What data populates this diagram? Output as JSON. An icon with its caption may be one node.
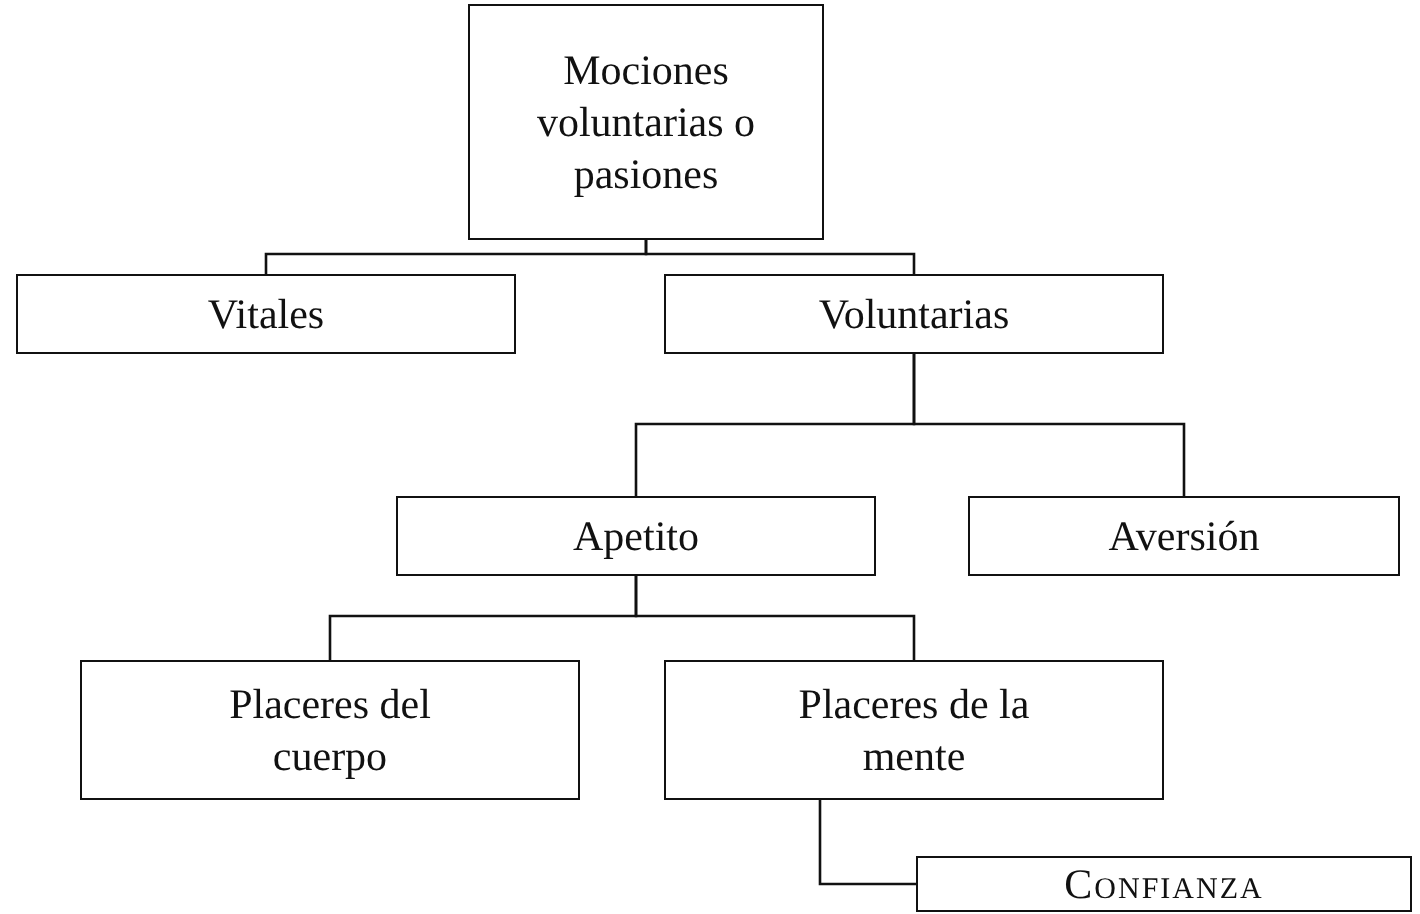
{
  "diagram": {
    "nodes": [
      {
        "text": [
          "Mociones voluntarias o pasiones"
        ]
      },
      {
        "text": [
          "Vitales"
        ]
      },
      {
        "text": [
          "Voluntarias"
        ]
      },
      {
        "text": [
          "Apetito"
        ]
      },
      {
        "text": [
          "Aversión"
        ]
      },
      {
        "text": [
          "Placeres del cuerpo"
        ]
      },
      {
        "text": [
          "Placeres de la mente"
        ]
      },
      {
        "text": [
          "Confianza"
        ]
      }
    ],
    "edges": [
      {
        "from": 0,
        "to": 1,
        "arrow": "none"
      },
      {
        "from": 0,
        "to": 2,
        "arrow": "none"
      },
      {
        "from": 2,
        "to": 3,
        "arrow": "none"
      },
      {
        "from": 2,
        "to": 4,
        "arrow": "none"
      },
      {
        "from": 3,
        "to": 5,
        "arrow": "none"
      },
      {
        "from": 3,
        "to": 6,
        "arrow": "none"
      },
      {
        "from": 6,
        "to": 7,
        "arrow": "none"
      }
    ]
  }
}
